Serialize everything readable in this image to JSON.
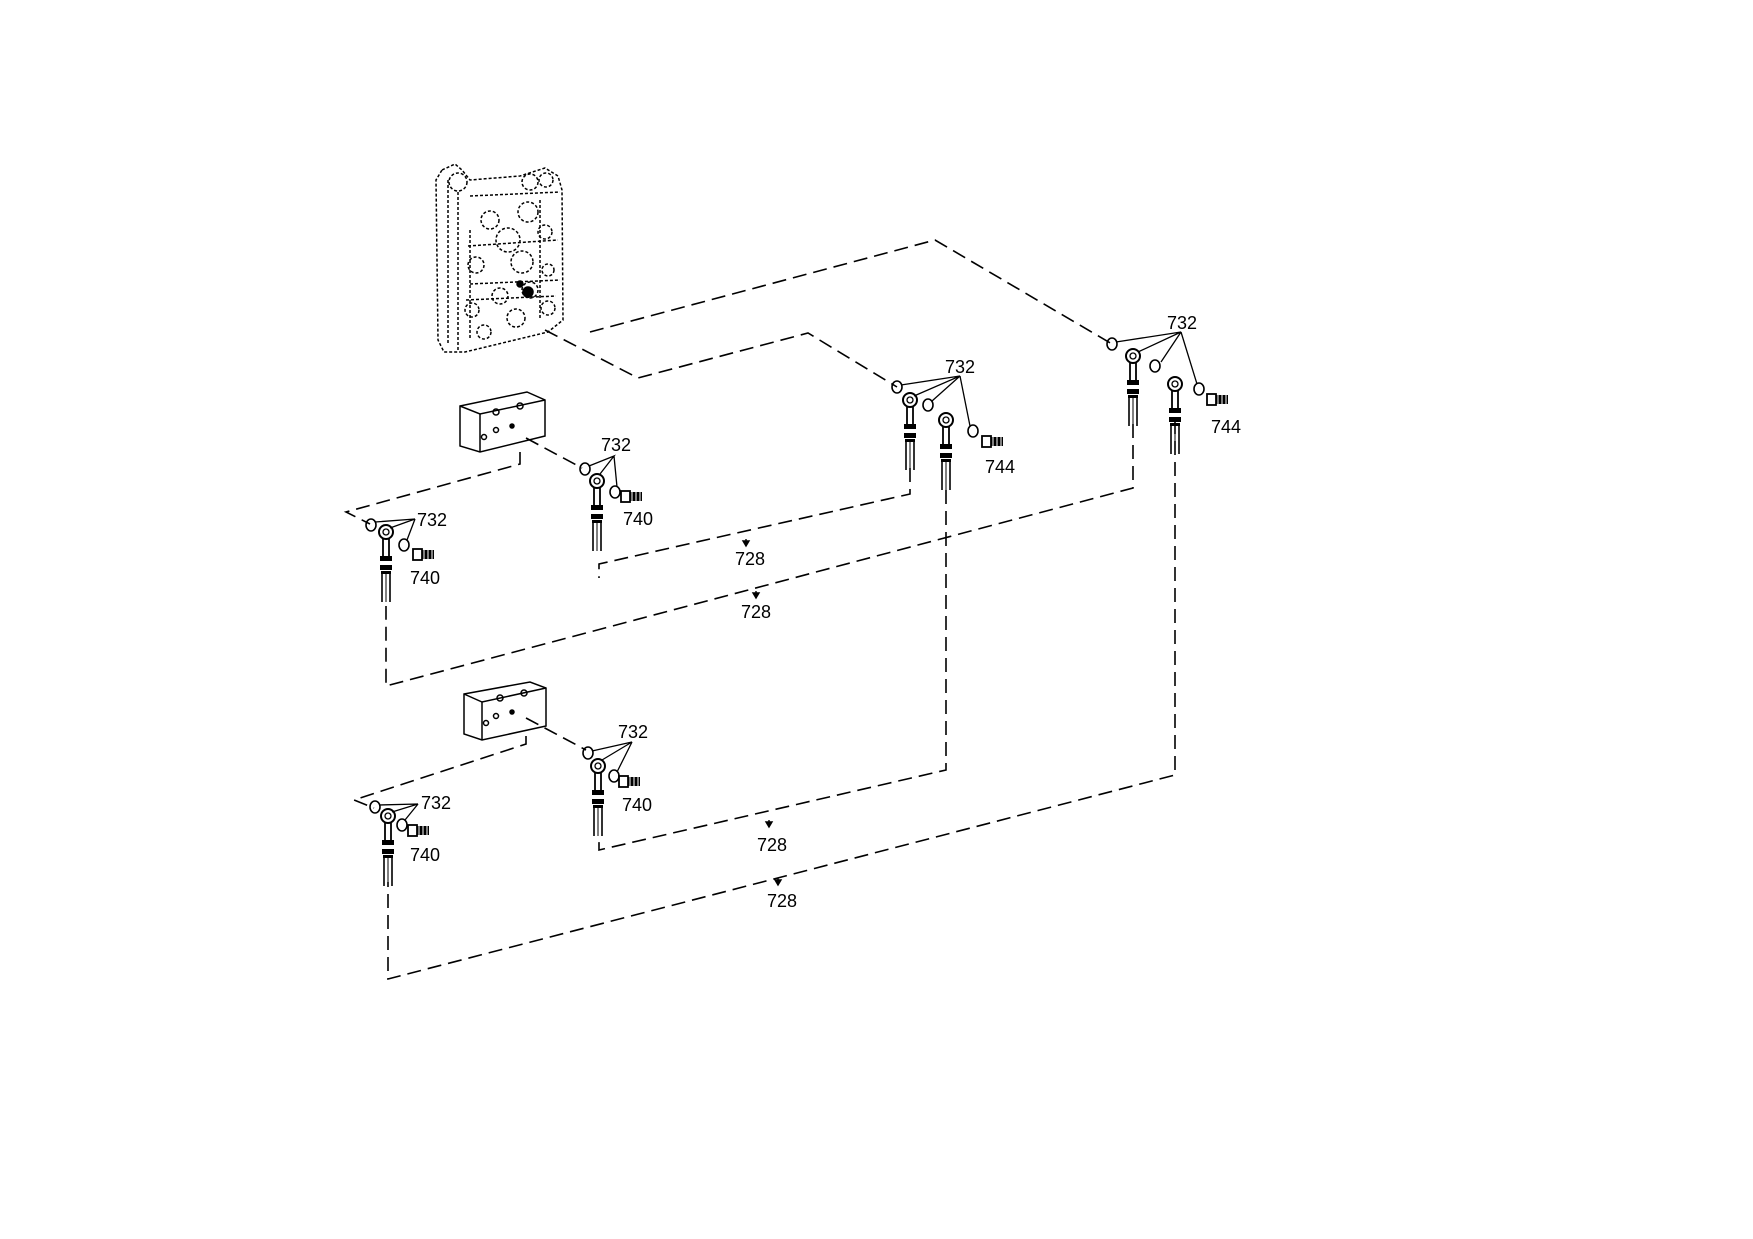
{
  "labels": {
    "l732_top_right": "732",
    "l744_right": "744",
    "l732_mid": "732",
    "l744_mid": "744",
    "l732_upper_block": "732",
    "l740_upper_block": "740",
    "l732_upper_left": "732",
    "l740_upper_left": "740",
    "l728_a": "728",
    "l728_b": "728",
    "l732_lower_block": "732",
    "l740_lower_block": "740",
    "l732_lower_left": "732",
    "l740_lower_left": "740",
    "l728_c": "728",
    "l728_d": "728"
  }
}
